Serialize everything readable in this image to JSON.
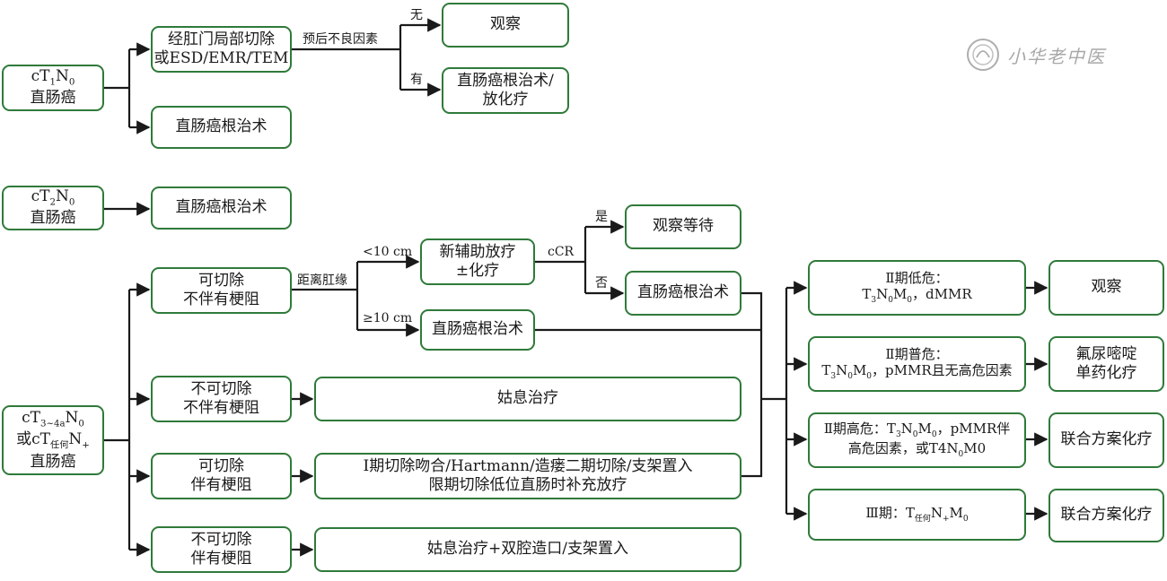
{
  "diagram": {
    "t1_node": {
      "l1a": "cT",
      "l1b": "1",
      "l1c": "N",
      "l1d": "0",
      "l2": "直肠癌"
    },
    "local_excision": {
      "l1": "经肛门局部切除",
      "l2": "或ESD/EMR/TEM"
    },
    "radical_a": "直肠癌根治术",
    "poor_prognosis_label": "预后不良因素",
    "no_label": "无",
    "yes_label": "有",
    "observe_a": "观察",
    "radical_chemo": {
      "l1": "直肠癌根治术/",
      "l2": "放化疗"
    },
    "t2_node": {
      "l1a": "cT",
      "l1b": "2",
      "l1c": "N",
      "l1d": "0",
      "l2": "直肠癌"
    },
    "radical_b": "直肠癌根治术",
    "t34_node": {
      "l1a": "cT",
      "l1b": "3~4a",
      "l1c": "N",
      "l1d": "0",
      "l2a": "或cT",
      "l2b": "任何",
      "l2c": "N",
      "l2d": "+",
      "l3": "直肠癌"
    },
    "resectable_no_obs": {
      "l1": "可切除",
      "l2": "不伴有梗阻"
    },
    "distance_label": "距离肛缘",
    "lt10_label": "<10 cm",
    "ge10_label": "≥10 cm",
    "neoadjuvant": {
      "l1": "新辅助放疗",
      "l2": "±化疗"
    },
    "ccr_label": "cCR",
    "shi_label": "是",
    "fou_label": "否",
    "watch_wait": "观察等待",
    "radical_c": "直肠癌根治术",
    "radical_d": "直肠癌根治术",
    "unresectable_no_obs": {
      "l1": "不可切除",
      "l2": "不伴有梗阻"
    },
    "palliative": "姑息治疗",
    "resectable_obs": {
      "l1": "可切除",
      "l2": "伴有梗阻"
    },
    "staged": {
      "l1": "Ⅰ期切除吻合/Hartmann/造瘘二期切除/支架置入",
      "l2": "限期切除低位直肠时补充放疗"
    },
    "unresectable_obs": {
      "l1": "不可切除",
      "l2": "伴有梗阻"
    },
    "palliative_stoma": "姑息治疗+双腔造口/支架置入",
    "stage2_low": {
      "l1": "Ⅱ期低危：",
      "l2a": "T",
      "l2b": "3",
      "l2c": "N",
      "l2d": "0",
      "l2e": "M",
      "l2f": "0",
      "l2g": "，dMMR"
    },
    "stage2_mid": {
      "l1": "Ⅱ期普危：",
      "l2a": "T",
      "l2b": "3",
      "l2c": "N",
      "l2d": "0",
      "l2e": "M",
      "l2f": "0",
      "l2g": "，pMMR且无高危因素"
    },
    "stage2_high": {
      "l1a": "Ⅱ期高危：T",
      "l1b": "3",
      "l1c": "N",
      "l1d": "0",
      "l1e": "M",
      "l1f": "0",
      "l1g": "，pMMR伴",
      "l2a": "高危因素，或T4N",
      "l2b": "0",
      "l2c": "M0"
    },
    "stage3": {
      "a": "Ⅲ期：T",
      "b": "任何",
      "c": "N",
      "d": "+",
      "e": "M",
      "f": "0"
    },
    "observe_b": "观察",
    "fluoro": {
      "l1": "氟尿嘧啶",
      "l2": "单药化疗"
    },
    "combo_a": "联合方案化疗",
    "combo_b": "联合方案化疗"
  },
  "watermark": {
    "text": "小华老中医",
    "icon": "seal-icon"
  },
  "colors": {
    "box_border": "#2f7a3a",
    "line": "#1a1a1a"
  }
}
